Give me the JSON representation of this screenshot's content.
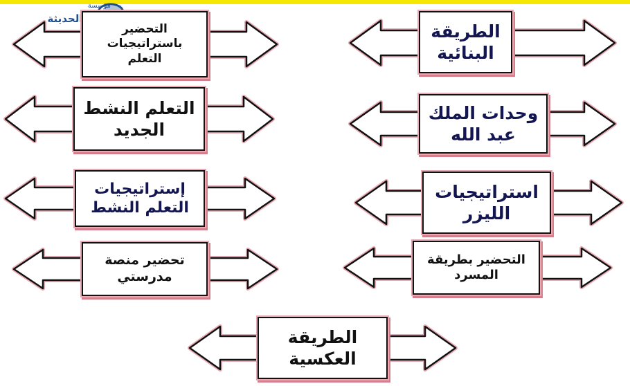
{
  "logo": {
    "name": "التحاضير الحديثة",
    "prefix": "مؤسسة"
  },
  "colors": {
    "dark_text": "#111111",
    "navy_text": "#131650",
    "glow": "#e9aab4",
    "top_bar": "#f5e700"
  },
  "items": [
    {
      "text": "الطريقة\nالبنائية",
      "color": "navy"
    },
    {
      "text": "التحضير\nباستراتيجيات\nالتعلم",
      "color": "dark"
    },
    {
      "text": "وحدات الملك\nعبد الله",
      "color": "navy"
    },
    {
      "text": "التعلم النشط\nالجديد",
      "color": "dark"
    },
    {
      "text": "استراتيجيات\nالليزر",
      "color": "navy"
    },
    {
      "text": "إستراتيجيات\nالتعلم النشط",
      "color": "navy"
    },
    {
      "text": "التحضير بطريقة\nالمسرد",
      "color": "dark"
    },
    {
      "text": "تحضير منصة\nمدرستي",
      "color": "dark"
    },
    {
      "text": "الطريقة\nالعكسية",
      "color": "dark"
    }
  ]
}
